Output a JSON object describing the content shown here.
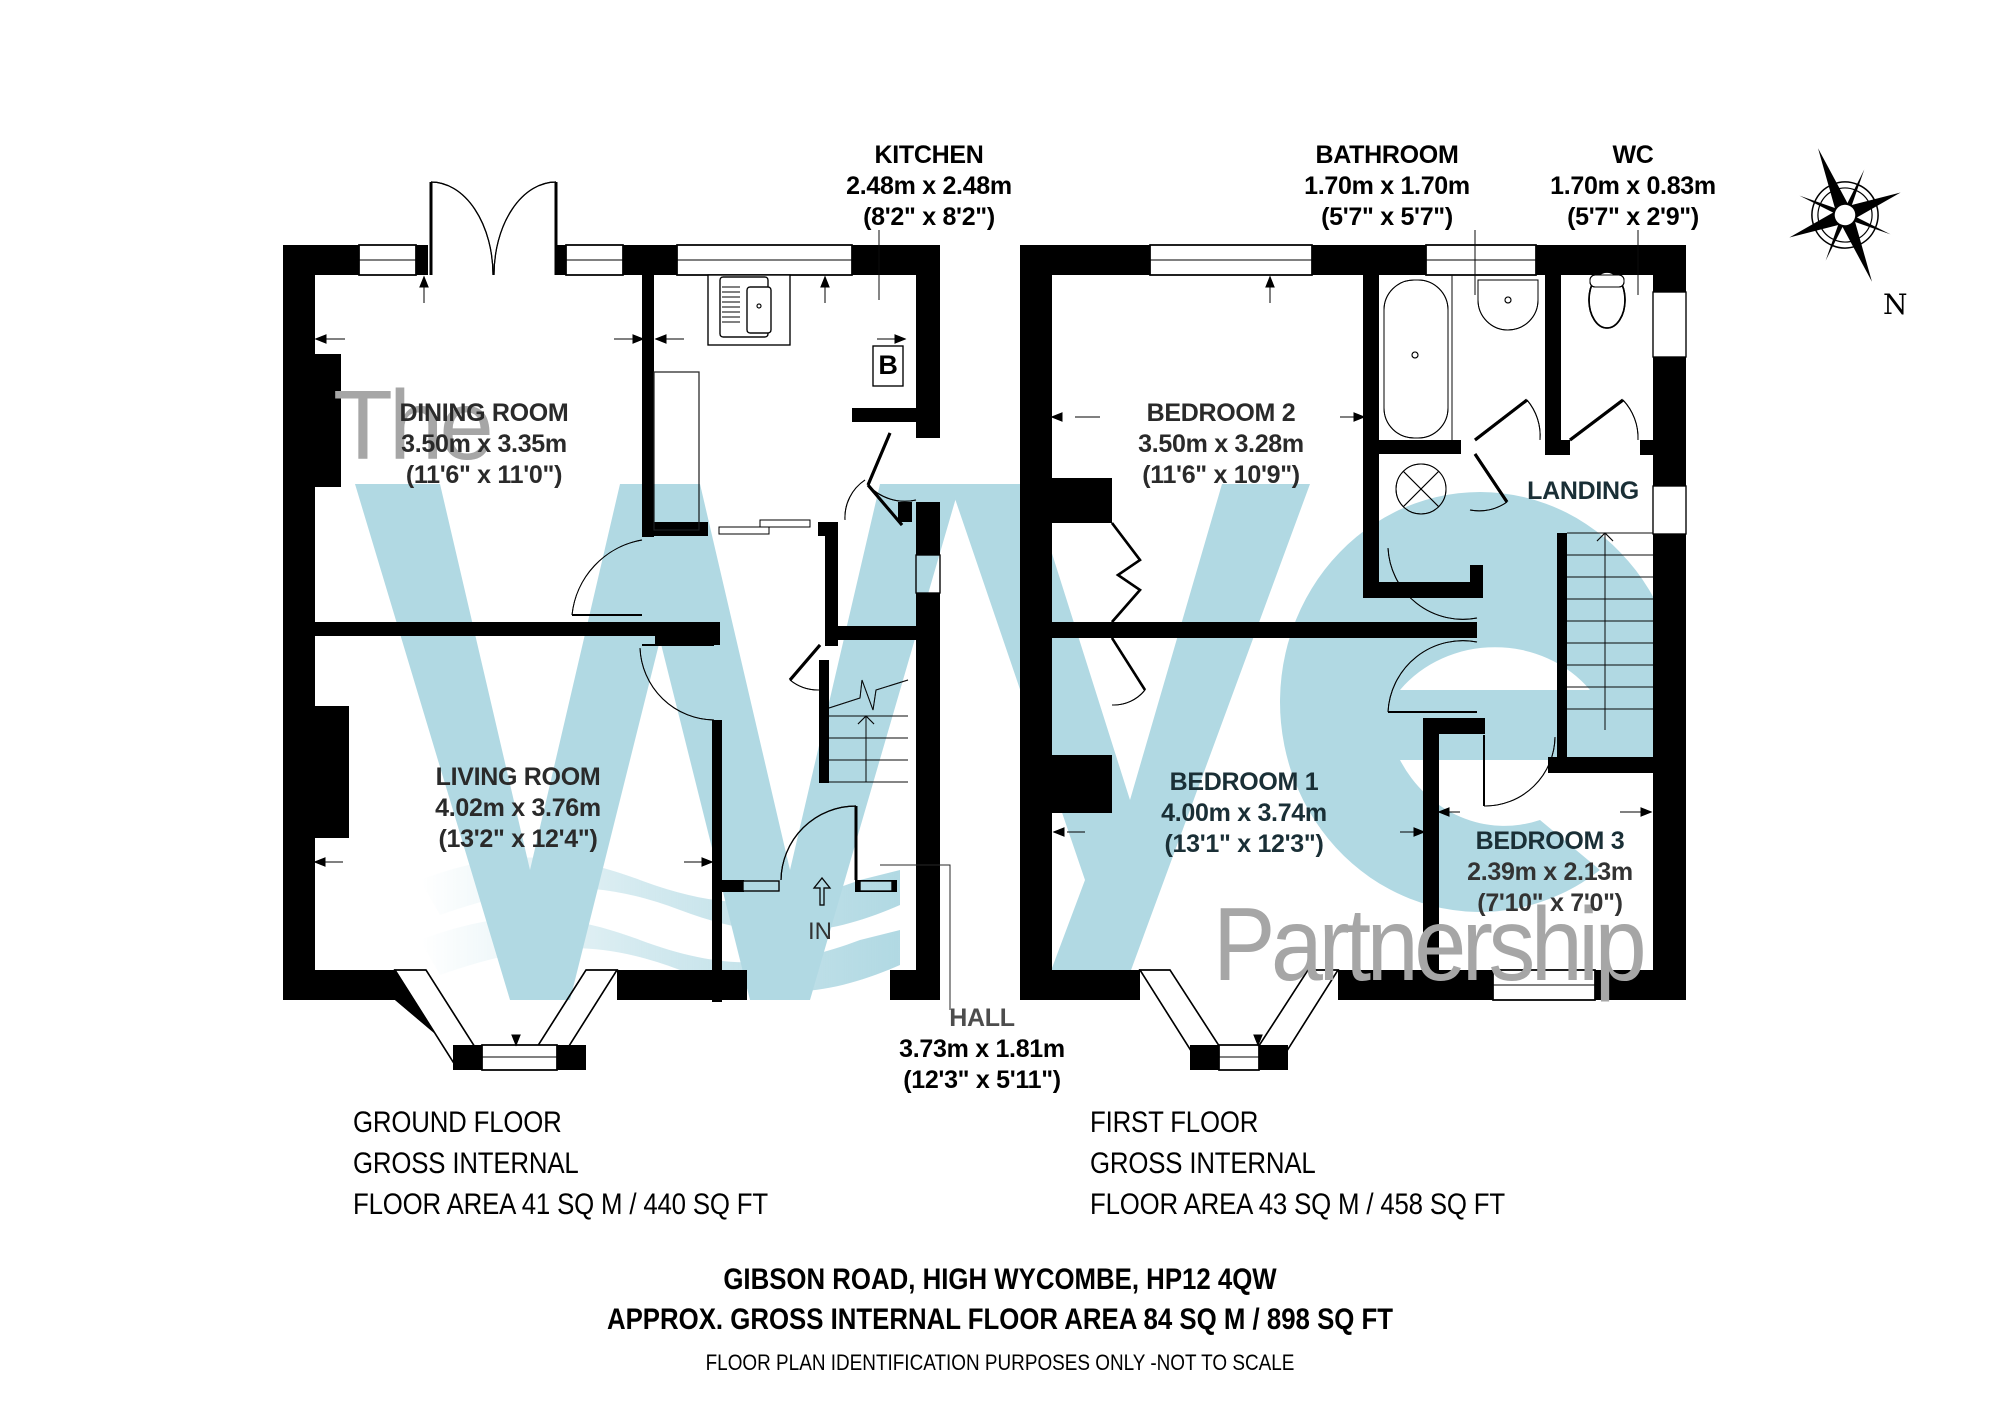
{
  "plan": {
    "ground_floor": {
      "rooms": [
        {
          "name": "DINING ROOM",
          "metric": "3.50m x 3.35m",
          "imperial": "(11'6\" x 11'0\")"
        },
        {
          "name": "KITCHEN",
          "metric": "2.48m x 2.48m",
          "imperial": "(8'2\" x 8'2\")"
        },
        {
          "name": "LIVING ROOM",
          "metric": "4.02m x 3.76m",
          "imperial": "(13'2\" x 12'4\")"
        },
        {
          "name": "HALL",
          "metric": "3.73m x 1.81m",
          "imperial": "(12'3\" x 5'11\")"
        }
      ],
      "entrance_label": "IN",
      "boiler_label": "B",
      "summary": {
        "line1": "GROUND FLOOR",
        "line2": "GROSS INTERNAL",
        "line3": "FLOOR AREA 41 SQ M / 440 SQ FT"
      }
    },
    "first_floor": {
      "rooms": [
        {
          "name": "BEDROOM 2",
          "metric": "3.50m x 3.28m",
          "imperial": "(11'6\" x 10'9\")"
        },
        {
          "name": "BATHROOM",
          "metric": "1.70m x 1.70m",
          "imperial": "(5'7\" x 5'7\")"
        },
        {
          "name": "WC",
          "metric": "1.70m x 0.83m",
          "imperial": "(5'7\" x 2'9\")"
        },
        {
          "name": "LANDING"
        },
        {
          "name": "BEDROOM 1",
          "metric": "4.00m x 3.74m",
          "imperial": "(13'1\" x 12'3\")"
        },
        {
          "name": "BEDROOM 3",
          "metric": "2.39m x 2.13m",
          "imperial": "(7'10\" x 7'0\")"
        }
      ],
      "summary": {
        "line1": "FIRST FLOOR",
        "line2": "GROSS INTERNAL",
        "line3": "FLOOR AREA 43 SQ M / 458 SQ FT"
      }
    },
    "compass": {
      "icon": "compass-rose-icon",
      "label": "N"
    },
    "footer": {
      "address": "GIBSON ROAD, HIGH WYCOMBE, HP12 4QW",
      "total_area": "APPROX. GROSS INTERNAL FLOOR AREA 84 SQ M / 898 SQ FT",
      "disclaimer": "FLOOR PLAN IDENTIFICATION PURPOSES ONLY -NOT TO SCALE"
    },
    "watermark": {
      "prefix": "The",
      "brand": "wye",
      "suffix": "Partnership",
      "color": "#b1d9e3"
    },
    "colors": {
      "wall": "#000000",
      "wall_shaded": "#4d4d4d",
      "watermark_blue": "#b1d9e3",
      "watermark_dark": "#022a35"
    }
  }
}
